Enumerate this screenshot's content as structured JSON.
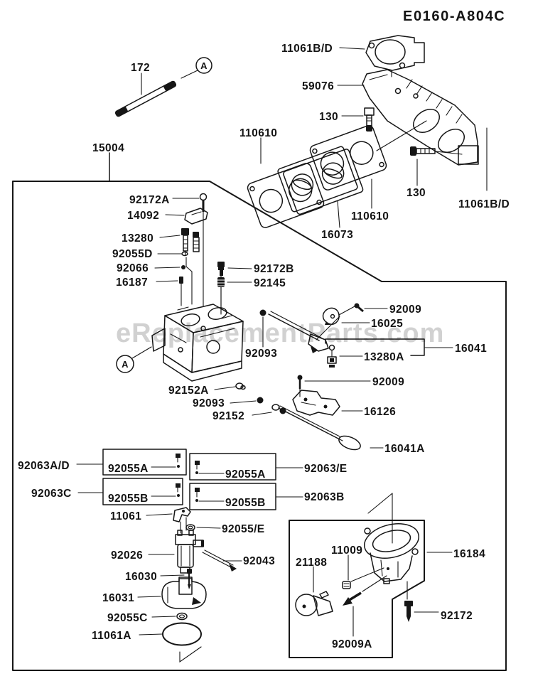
{
  "title": "E0160-A804C",
  "watermark": "eReplacementParts.com",
  "ref_marker": "A",
  "labels": {
    "stud": "172",
    "carb_assy": "15004",
    "gasket_top": "11061B/D",
    "manifold": "59076",
    "bolt_130_a": "130",
    "gasket_110610_a": "110610",
    "gasket_110610_b": "110610",
    "throttle_16073": "16073",
    "bolt_130_b": "130",
    "gasket_11061bd_b": "11061B/D",
    "screw_92172a": "92172A",
    "lever_14092": "14092",
    "screw_13280": "13280",
    "washer_92055d": "92055D",
    "ball_92066": "92066",
    "needle_16187": "16187",
    "bolt_92172b": "92172B",
    "spring_92145": "92145",
    "screw_92009_a": "92009",
    "lever_16025": "16025",
    "ball_92093_a": "92093",
    "link_13280a": "13280A",
    "rod_16041": "16041",
    "pin_92152a": "92152A",
    "ball_92093_b": "92093",
    "pin_92152": "92152",
    "screw_92009_b": "92009",
    "bracket_16126": "16126",
    "rod_16041a": "16041A",
    "kit_92063ad": "92063A/D",
    "jet_92055a_1": "92055A",
    "jet_92055a_2": "92055A",
    "kit_92063e": "92063/E",
    "kit_92063c": "92063C",
    "jet_92055b_1": "92055B",
    "jet_92055b_2": "92055B",
    "kit_92063b": "92063B",
    "clamp_11061": "11061",
    "ring_92055e": "92055/E",
    "valve_92026": "92026",
    "rod_92043": "92043",
    "needle_16030": "16030",
    "float_16031": "16031",
    "oring_92055c": "92055C",
    "gasket_11061a": "11061A",
    "solenoid_21188": "21188",
    "nut_11009": "11009",
    "bowl_16184": "16184",
    "screw_92009a": "92009A",
    "bolt_92172": "92172"
  }
}
